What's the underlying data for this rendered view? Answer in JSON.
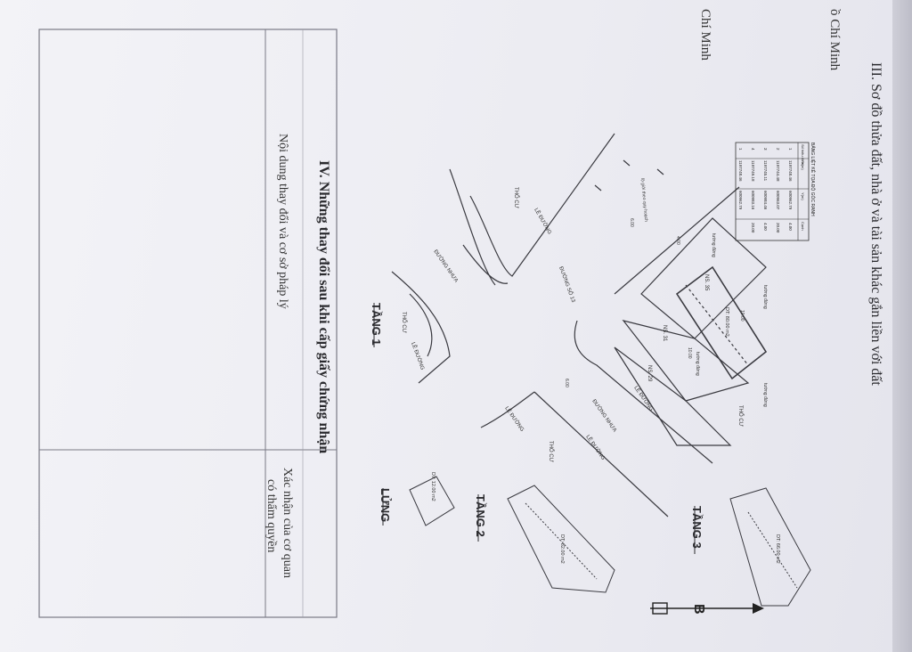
{
  "header": {
    "city_top": "ồ Chí Minh",
    "city_mid": "Chí Minh",
    "section_iii": "III. Sơ đồ thửa đất, nhà ở và tài sản khác gắn liền với đất"
  },
  "section_iv": {
    "title": "IV. Những thay đổi sau khi cấp giấy chứng nhận",
    "col_content": "Nội dung thay đổi và cơ sở pháp lý",
    "col_confirm_line1": "Xác nhận của cơ quan",
    "col_confirm_line2": "có thẩm quyền"
  },
  "coord_table": {
    "title": "BẢNG LIỆT KÊ TỌA ĐỘ GÓC RANH",
    "headers": [
      "Số hiệu điểm",
      "X(m)",
      "Y(m)",
      "Cạnh"
    ],
    "rows": [
      [
        "1",
        "1197748.46",
        "600962.79",
        "4.00"
      ],
      [
        "2",
        "1197744.48",
        "600963.07",
        "20.00"
      ],
      [
        "3",
        "1197745.11",
        "600984.46",
        "4.00"
      ],
      [
        "4",
        "1197749.18",
        "600983.16",
        "20.00"
      ],
      [
        "1",
        "1197748.46",
        "600962.79",
        ""
      ]
    ]
  },
  "plan": {
    "street_13": "ĐƯỜNG SỐ 13",
    "street_nhua_1": "ĐƯỜNG NHỰA",
    "street_nhua_2": "ĐƯỜNG NHỰA",
    "le_duong": "LỀ ĐƯỜNG",
    "tho_cu": "THỔ CƯ",
    "ns35": "NS. 35",
    "ns31": "NS. 31",
    "ns29": "NS. 29",
    "tuong_dung": "tường đứng",
    "hem": "lộ giới theo quy hoạch",
    "lot_area": "DT: 80.00 m2",
    "dim_10": "10.00",
    "dim_4": "4.00",
    "dim_6": "6.00"
  },
  "floors": {
    "tang1": "TẦNG 1",
    "tang2": "TẦNG 2",
    "tang3": "TẦNG 3",
    "lung": "LỬNG",
    "area_lung": "DT: 12.00 m2",
    "area_t2": "DT: 82.00 m2",
    "area_t3": "DT: 66.00 m2"
  },
  "north_arrow": {
    "label": "B"
  }
}
